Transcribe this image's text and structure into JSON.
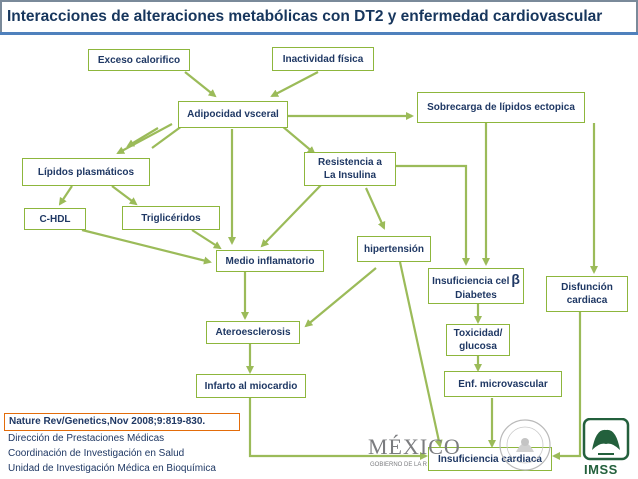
{
  "title": "Interacciones de alteraciones metabólicas con DT2 y enfermedad cardiovascular",
  "nodes": {
    "exceso_calorifico": "Exceso calorifico",
    "inactividad_fisica": "Inactividad física",
    "adipocidad_visceral": "Adipocidad vsceral",
    "sobrecarga_lipidos": "Sobrecarga de lípidos ectopica",
    "lipidos_plasmaticos": "Lípidos plasmáticos",
    "resistencia_insulina_1": "Resistencia a",
    "resistencia_insulina_2": "La Insulina",
    "chdl": "C-HDL",
    "trigliceridos": "Triglicéridos",
    "hipertension": "hipertensión",
    "medio_inflamatorio": "Medio inflamatorio",
    "insuficiencia_cel_1": "Insuficiencia cel",
    "insuficiencia_cel_beta": "β",
    "insuficiencia_cel_2": "Diabetes",
    "disfuncion_1": "Disfunción",
    "disfuncion_2": "cardiaca",
    "ateroesclerosis": "Ateroesclerosis",
    "toxicidad_1": "Toxicidad/",
    "toxicidad_2": "glucosa",
    "infarto": "Infarto al miocardio",
    "enf_microvascular": "Enf. microvascular",
    "insuficiencia_cardiaca": "Insuficiencia cardiaca"
  },
  "source": "Nature Rev/Genetics,Nov 2008;9:819-830.",
  "footer": {
    "line1": "Dirección de Prestaciones Médicas",
    "line2": "Coordinación de Investigación en Salud",
    "line3": "Unidad de Investigación Médica en Bioquímica"
  },
  "logos": {
    "mexico_word": "MÉXICO",
    "mexico_sub": "GOBIERNO DE LA R",
    "seal_icon": "estados-unidos-mexicanos-seal",
    "imss_word": "IMSS",
    "imss_icon": "imss-eagle-logo"
  },
  "colors": {
    "title_text": "#17365d",
    "title_underline": "#4f81bd",
    "node_border": "#8db63c",
    "arrow": "#9bbb59",
    "node_text": "#1f3864",
    "source_border": "#e36c0a",
    "imss_green": "#23603c"
  }
}
